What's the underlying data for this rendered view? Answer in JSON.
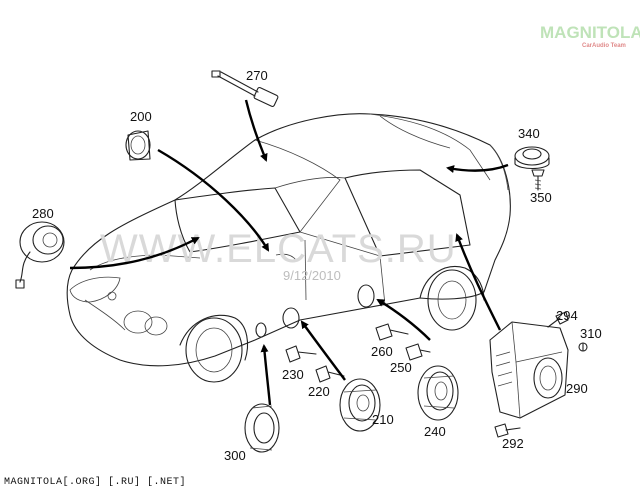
{
  "watermark": {
    "site": "WWW.ELCATS.RU",
    "date": "9/12/2010"
  },
  "logo": {
    "brand": "MAGNITOLA",
    "sub": "CarAudio Team"
  },
  "footer": {
    "text": "MAGNITOLA[.ORG] [.RU] [.NET]"
  },
  "part_labels": {
    "p200": "200",
    "p210": "210",
    "p220": "220",
    "p230": "230",
    "p240": "240",
    "p250": "250",
    "p260": "260",
    "p270": "270",
    "p280": "280",
    "p290": "290",
    "p292": "292",
    "p294": "294",
    "p300": "300",
    "p310": "310",
    "p340": "340",
    "p350": "350"
  }
}
